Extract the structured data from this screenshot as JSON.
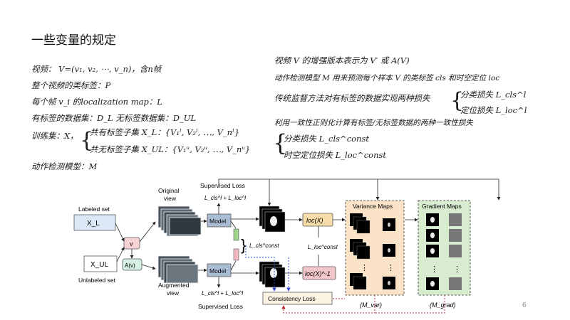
{
  "slide": {
    "title": "一些变量的规定",
    "page_number": "6"
  },
  "notes_left": [
    "视频： V=(v₁, v₂, ⋯, v_n)，含n帧",
    "整个视频的类标签：P",
    "每个帧 v_i 的localization map：L",
    "有标签的数据集：D_L   无标签数据集：D_UL",
    "训练集：X，",
    "共有标签子集 X_L：{V₁ˡ, V₂ˡ, ⋯, V_nˡ}",
    "共无标签子集 X_UL：{V₁ᵘ, V₂ᵘ, ⋯, V_nᵘ}",
    "动作检测模型：M"
  ],
  "notes_right": [
    "视频 V 的增强版本表示为 V′ 或 A(V)",
    "动作检测模型 M 用来预测每个样本 V 的类标签 cls 和时空定位 loc",
    "传统监督方法对有标签的数据实现两种损失",
    "分类损失 L_cls^l",
    "定位损失 L_loc^l",
    "利用一致性正则化计算有标签/无标签数据的两种一致性损失",
    "分类损失 L_cls^const",
    "时空定位损失 L_loc^const"
  ],
  "diagram": {
    "labeled_set": "Labeled set",
    "xl": "X_L",
    "xul": "X_UL",
    "unlabeled_set": "Unlabeled set",
    "v_node": "v",
    "av_node": "A(v)",
    "original_view": "Original view",
    "augmented_view": "Augmented view",
    "model_top": "Model",
    "model_bottom": "Model",
    "supervised_loss_top": "Supervised Loss",
    "supervised_loss_bottom": "Supervised Loss",
    "loss_sup_top": "L_cls^l + L_loc^l",
    "loss_sup_bottom": "L_cls^l + L_loc^l",
    "loc_x": "loc(X)",
    "loc_x_inv": "loc(X)^-1",
    "l_cls_const": "L_cls^const",
    "l_loc_const": "L_loc^const",
    "consistency_loss": "Consistency Loss",
    "variance_maps": "Variance Maps",
    "gradient_maps": "Gradient Maps",
    "m_var": "(M_var)",
    "m_grad": "(M_grad)",
    "dots": "⋮"
  }
}
